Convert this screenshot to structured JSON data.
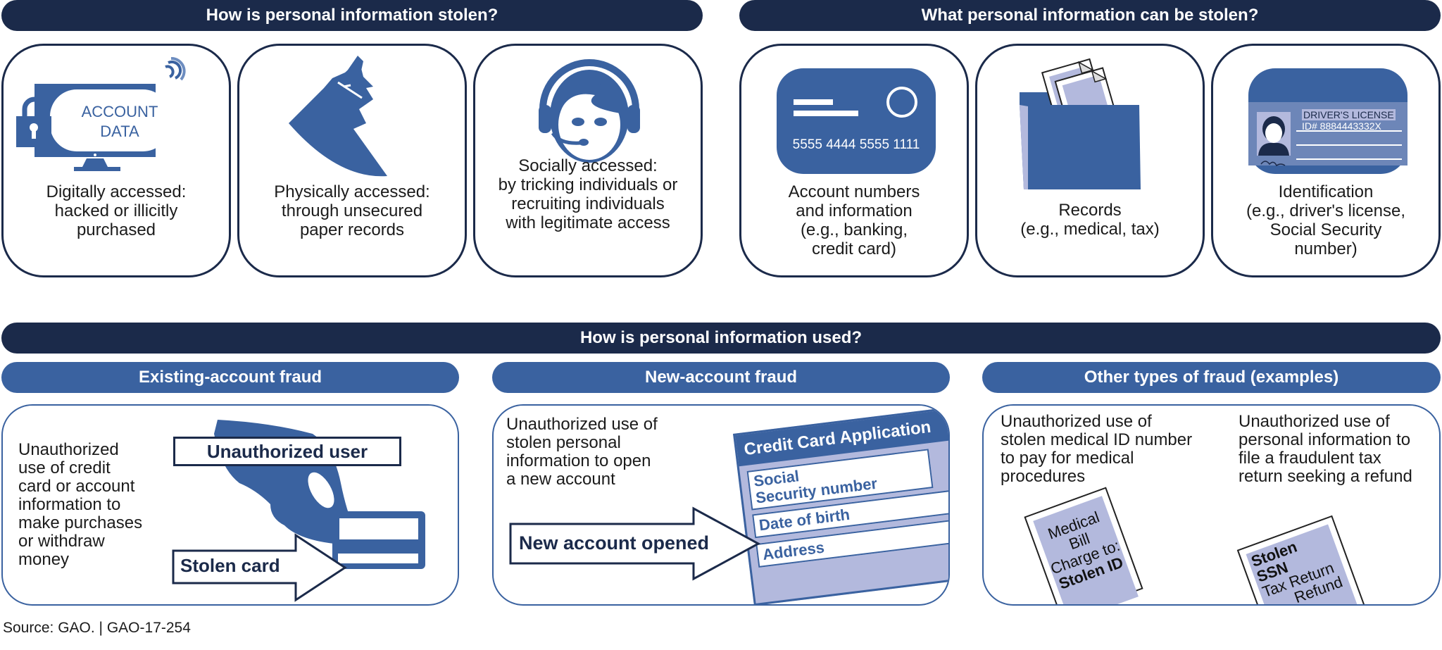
{
  "colors": {
    "navy": "#1b2a4a",
    "blue": "#3a62a0",
    "light_blue": "#b3b9dd",
    "white": "#ffffff"
  },
  "stolen_section": {
    "title": "How is personal information stolen?",
    "cards": [
      {
        "icon": "computer-account-data-icon",
        "icon_text_1": "ACCOUNT",
        "icon_text_2": "DATA",
        "label": "Digitally accessed:\nhacked or illicitly\npurchased"
      },
      {
        "icon": "spy-icon",
        "label": "Physically accessed:\nthrough unsecured\npaper records"
      },
      {
        "icon": "headset-person-icon",
        "label": "Socially accessed:\nby tricking individuals or\nrecruiting individuals\nwith legitimate access"
      }
    ]
  },
  "what_section": {
    "title": "What personal information can be stolen?",
    "cards": [
      {
        "icon": "credit-card-icon",
        "card_number": "5555 4444 5555 1111",
        "label": "Account numbers\nand information\n(e.g., banking,\ncredit card)"
      },
      {
        "icon": "folder-records-icon",
        "label": "Records\n(e.g., medical, tax)"
      },
      {
        "icon": "drivers-license-icon",
        "license_title": "DRIVER'S LICENSE",
        "license_id": "ID# 8884443332X",
        "label": "Identification\n(e.g., driver's license,\nSocial Security\nnumber)"
      }
    ]
  },
  "used_section": {
    "title": "How is personal information used?",
    "existing": {
      "title": "Existing-account fraud",
      "description": "Unauthorized\nuse of credit\ncard or account\ninformation to\nmake purchases\nor withdraw\nmoney",
      "user_label": "Unauthorized user",
      "card_label": "Stolen card"
    },
    "new_account": {
      "title": "New-account fraud",
      "description": "Unauthorized use of\nstolen personal\ninformation to open\na new account",
      "arrow_label": "New account opened",
      "form_title": "Credit Card Application",
      "field_ssn_1": "Social",
      "field_ssn_2": "Security number",
      "field_dob": "Date of birth",
      "field_address": "Address"
    },
    "other": {
      "title": "Other types of fraud (examples)",
      "medical_description": "Unauthorized use of\nstolen medical ID number\nto pay for medical\nprocedures",
      "tax_description": "Unauthorized use of\npersonal information to\nfile a fraudulent tax\nreturn seeking a refund",
      "medical_doc_1": "Medical",
      "medical_doc_2": "Bill",
      "medical_doc_3": "Charge to:",
      "medical_doc_4": "Stolen ID",
      "tax_doc_1": "Stolen",
      "tax_doc_2": "SSN",
      "tax_doc_3": "Tax Return",
      "tax_doc_4": "Refund"
    }
  },
  "source": "Source: GAO.  |  GAO-17-254"
}
